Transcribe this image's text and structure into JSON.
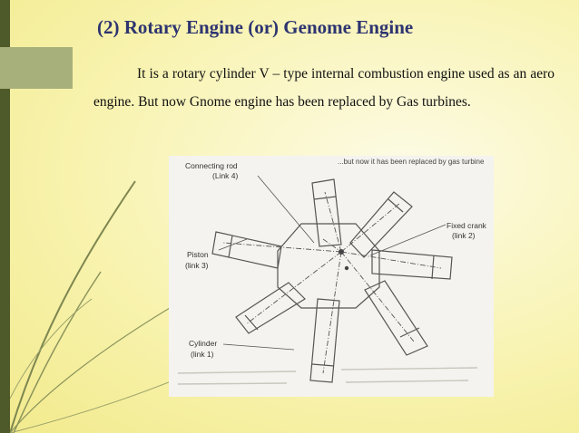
{
  "slide": {
    "title": "(2) Rotary Engine (or) Genome Engine",
    "paragraph": "It is a rotary cylinder V – type internal combustion engine used as an aero  engine. But now Gnome engine has been replaced by Gas turbines."
  },
  "figure": {
    "top_caption": "...but now it has been replaced by gas turbine",
    "labels": {
      "connecting_rod": "Connecting rod",
      "connecting_rod_link": "(Link 4)",
      "fixed_crank": "Fixed crank",
      "fixed_crank_link": "(link 2)",
      "piston": "Piston",
      "piston_link": "(link 3)",
      "cylinder": "Cylinder",
      "cylinder_link": "(link 1)"
    }
  },
  "colors": {
    "title": "#2d3470",
    "left_bar": "#4f5a2a",
    "tab": "#a7b07a",
    "background": "#f8f3b0"
  }
}
